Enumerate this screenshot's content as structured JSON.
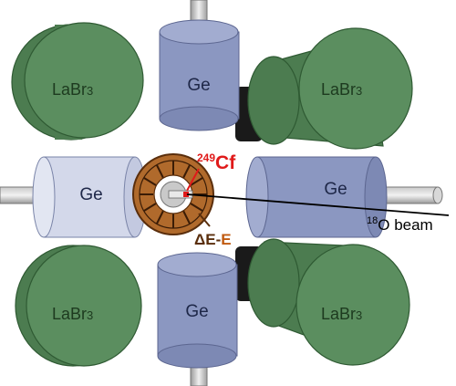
{
  "detectors": {
    "labr3_label_main": "LaBr",
    "labr3_label_sub": "3",
    "ge_label": "Ge"
  },
  "target": {
    "mass_number": "249",
    "element": "Cf"
  },
  "beam": {
    "mass_number": "18",
    "label": "O beam"
  },
  "telescope": {
    "delta": "ΔE",
    "dash": "-",
    "e": "E"
  },
  "colors": {
    "labr3_fill": "#5b8e5f",
    "labr3_stroke": "#2f5a33",
    "ge_fill": "#8b97c1",
    "ge_light_fill": "#d3d8ea",
    "ring_fill": "#b06a2c",
    "target_red": "#e01a1a",
    "telescope_brown": "#c05a10"
  }
}
